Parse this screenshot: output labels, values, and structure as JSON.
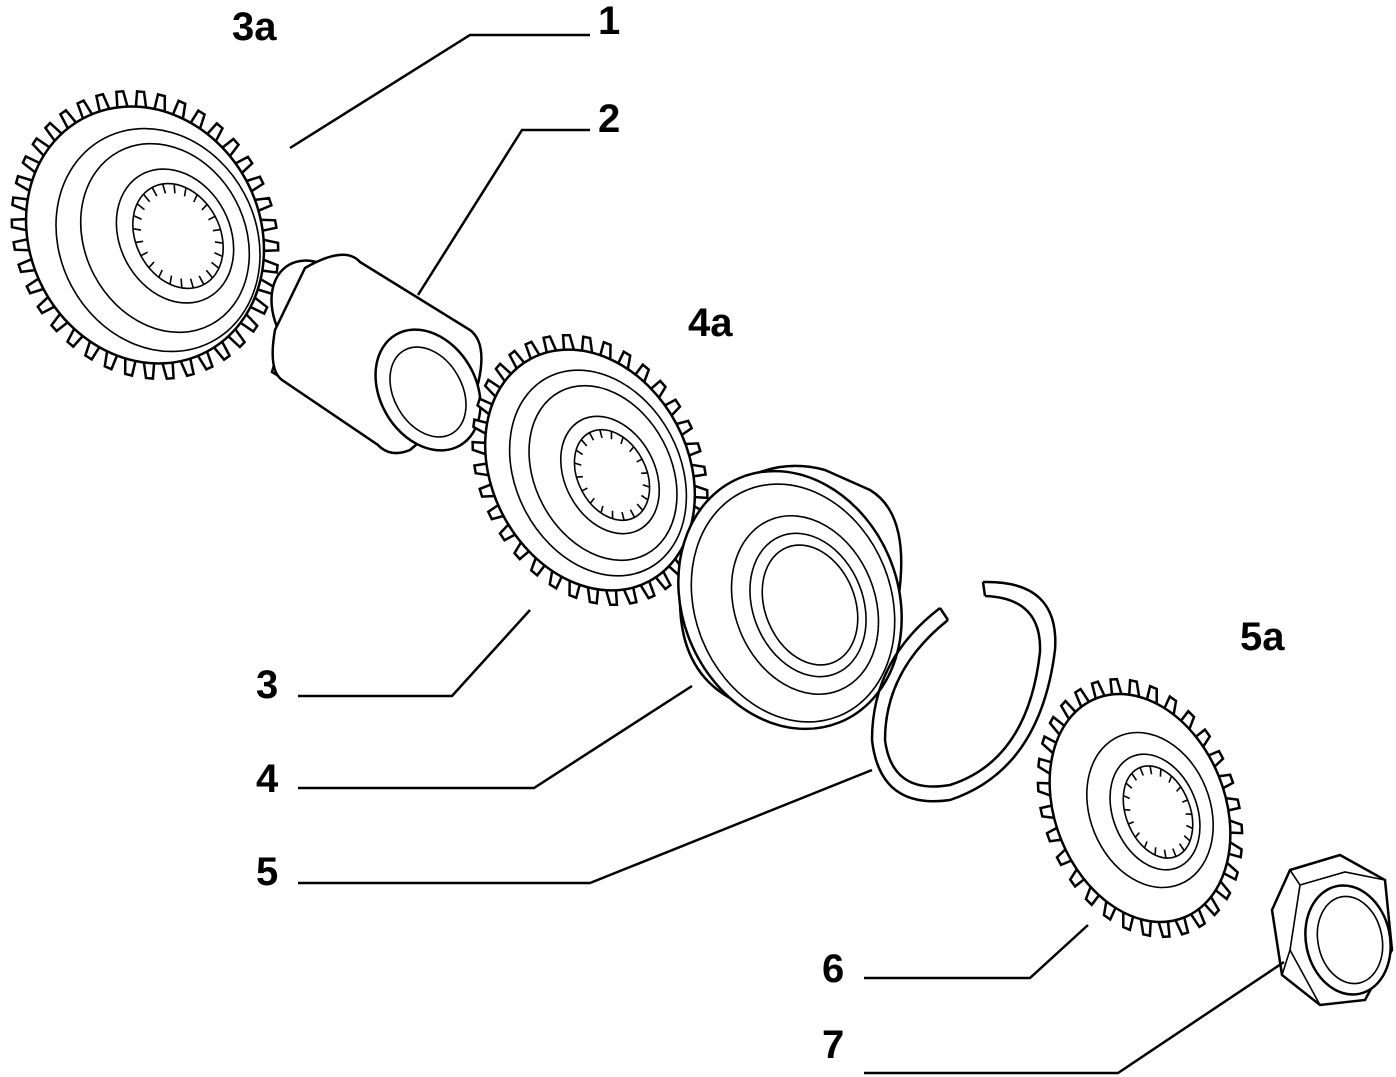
{
  "labels": {
    "l1": "1",
    "l2": "2",
    "l3": "3",
    "l3a": "3a",
    "l4": "4",
    "l4a": "4a",
    "l5": "5",
    "l5a": "5a",
    "l6": "6",
    "l7": "7"
  },
  "colors": {
    "line": "#000000",
    "background": "#ffffff"
  }
}
